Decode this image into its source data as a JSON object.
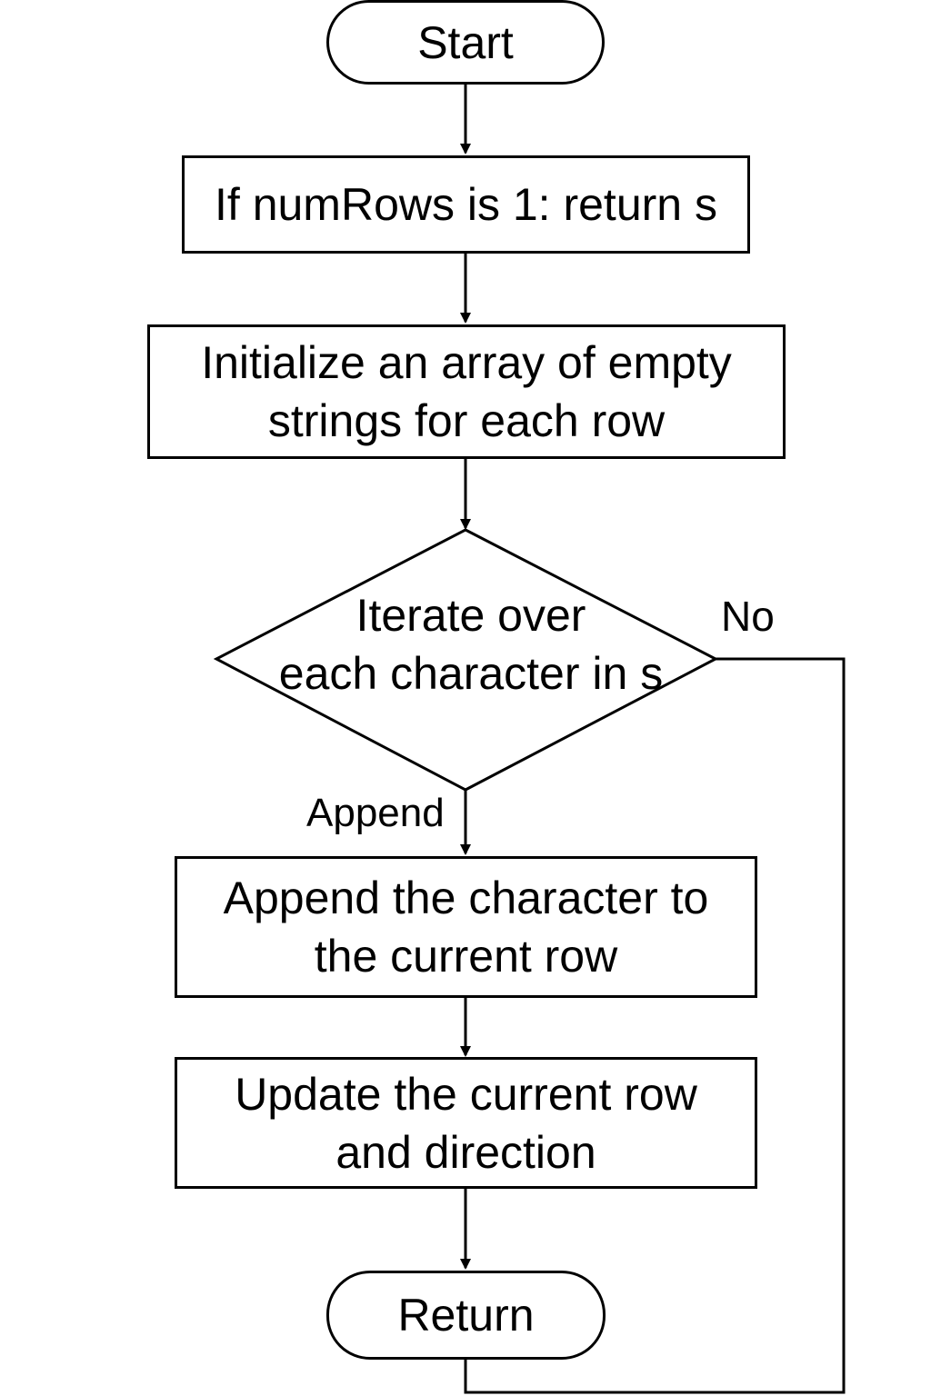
{
  "nodes": {
    "start": "Start",
    "check_rows": "If numRows is 1: return s",
    "init_line1": "Initialize an array of empty",
    "init_line2": "strings for each row",
    "decision_line1": "Iterate over",
    "decision_line2": "each character in s",
    "append_line1": "Append the character to",
    "append_line2": "the current row",
    "update_line1": "Update the current row",
    "update_line2": "and direction",
    "return": "Return"
  },
  "edges": {
    "no_label": "No",
    "append_label": "Append"
  },
  "colors": {
    "stroke": "#000000",
    "background": "#ffffff"
  }
}
